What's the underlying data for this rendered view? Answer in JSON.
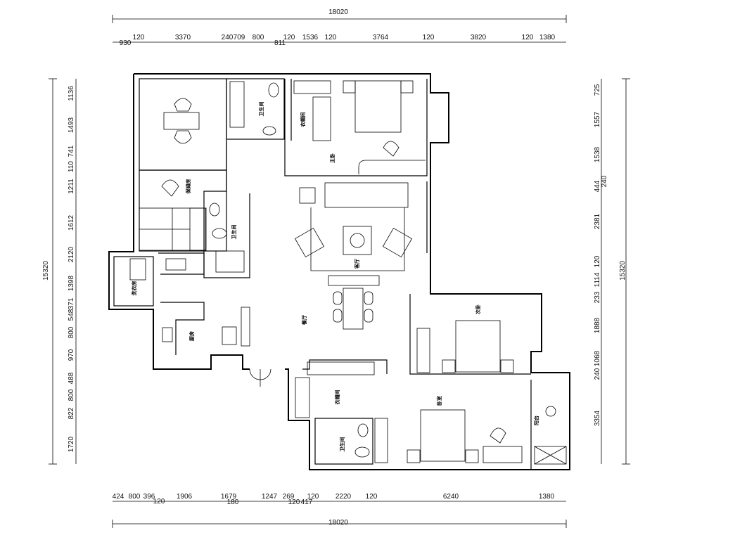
{
  "overall": {
    "top": "18020",
    "bottom": "18020",
    "left": "15320",
    "right": "15320"
  },
  "dims_top": [
    "930",
    "120",
    "3370",
    "240",
    "709",
    "800",
    "811",
    "120",
    "1536",
    "120",
    "3764",
    "120",
    "3820",
    "120",
    "1380"
  ],
  "dims_bottom": [
    "424",
    "800",
    "396",
    "120",
    "1906",
    "1679",
    "180",
    "1247",
    "269",
    "120",
    "417",
    "120",
    "2220",
    "120",
    "6240",
    "1380"
  ],
  "dims_left": [
    "1136",
    "1493",
    "741",
    "110",
    "1211",
    "1612",
    "2120",
    "1398",
    "371",
    "548",
    "800",
    "970",
    "488",
    "800",
    "822",
    "1720"
  ],
  "dims_right": [
    "725",
    "1557",
    "1538",
    "240",
    "444",
    "2381",
    "120",
    "1114",
    "233",
    "1888",
    "1068",
    "240",
    "3354"
  ],
  "rooms": [
    "卫生间",
    "衣帽间",
    "主卧",
    "保姆房",
    "卫生间",
    "客厅",
    "洗衣房",
    "厨房",
    "餐厅",
    "次卧",
    "衣帽间",
    "卫生间",
    "卧室",
    "阳台"
  ]
}
